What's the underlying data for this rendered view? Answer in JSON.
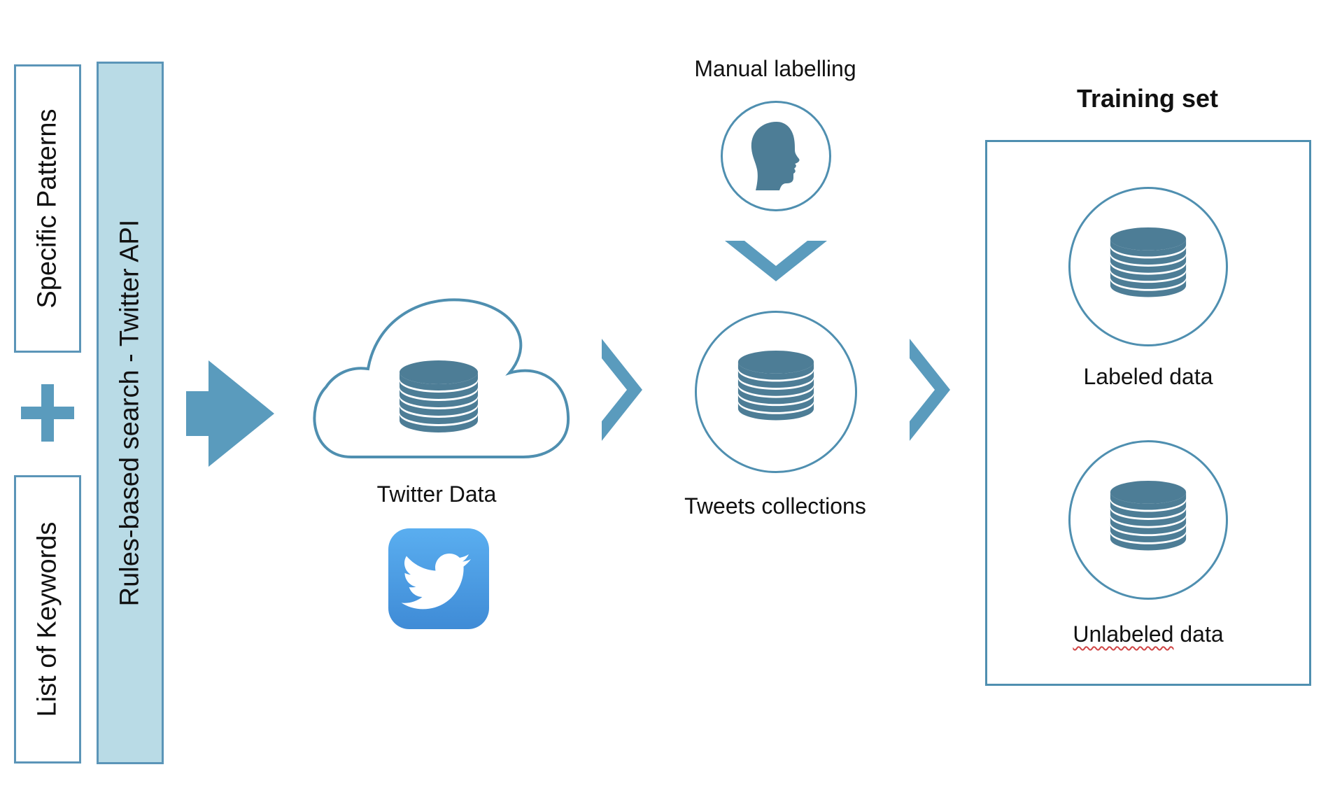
{
  "left_boxes": {
    "specific_patterns": "Specific Patterns",
    "list_of_keywords": "List of Keywords",
    "rules_based_search": "Rules-based search - Twitter API"
  },
  "twitter_data": {
    "label": "Twitter Data"
  },
  "manual_labelling": {
    "label": "Manual labelling"
  },
  "tweets_collections": {
    "label": "Tweets collections"
  },
  "training_set": {
    "title": "Training set",
    "labeled": "Labeled data",
    "unlabeled": "Unlabeled data"
  },
  "colors": {
    "accent": "#5a9bbd",
    "db": "#4d7d96",
    "box_border": "#5b95b8",
    "box_fill": "#b9dbe6",
    "twitter_top": "#5aaef0",
    "twitter_bottom": "#3f8bd6"
  },
  "icons": [
    "plus-icon",
    "arrow-right-icon",
    "cloud-icon",
    "database-icon",
    "twitter-logo-icon",
    "head-icon",
    "chevron-down-icon",
    "chevron-right-icon"
  ]
}
